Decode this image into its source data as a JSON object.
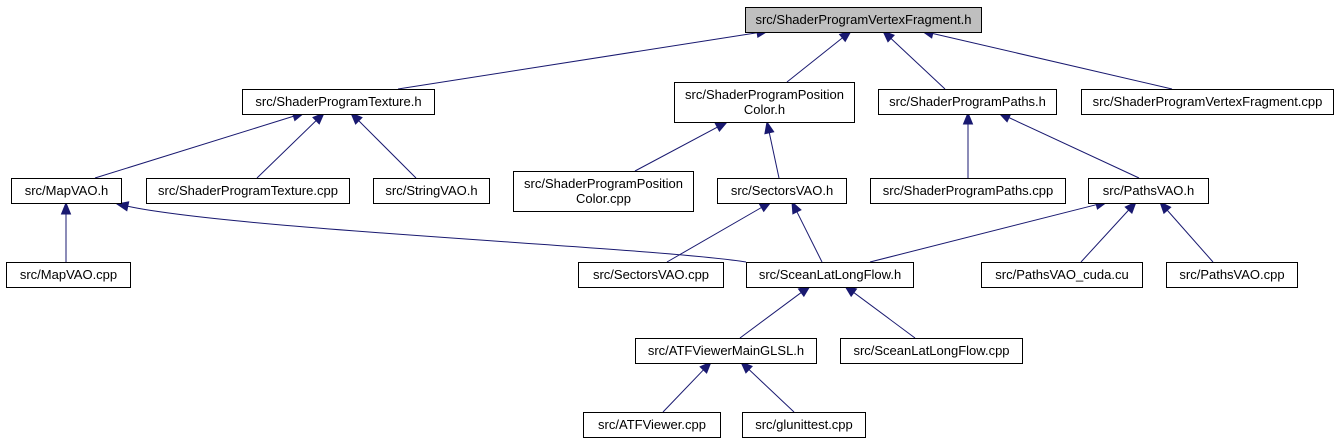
{
  "diagram": {
    "type": "include-dependency-graph",
    "nodes": [
      {
        "id": "root",
        "lines": [
          "src/ShaderProgramVertexFragment.h"
        ],
        "highlighted": true
      },
      {
        "id": "spt_h",
        "lines": [
          "src/ShaderProgramTexture.h"
        ]
      },
      {
        "id": "sppc_h",
        "lines": [
          "src/ShaderProgramPosition",
          "Color.h"
        ]
      },
      {
        "id": "spp_h",
        "lines": [
          "src/ShaderProgramPaths.h"
        ]
      },
      {
        "id": "spvf_cpp",
        "lines": [
          "src/ShaderProgramVertexFragment.cpp"
        ]
      },
      {
        "id": "mapvao_h",
        "lines": [
          "src/MapVAO.h"
        ]
      },
      {
        "id": "spt_cpp",
        "lines": [
          "src/ShaderProgramTexture.cpp"
        ]
      },
      {
        "id": "stringvao_h",
        "lines": [
          "src/StringVAO.h"
        ]
      },
      {
        "id": "sppc_cpp",
        "lines": [
          "src/ShaderProgramPosition",
          "Color.cpp"
        ]
      },
      {
        "id": "sectorsvao_h",
        "lines": [
          "src/SectorsVAO.h"
        ]
      },
      {
        "id": "spp_cpp",
        "lines": [
          "src/ShaderProgramPaths.cpp"
        ]
      },
      {
        "id": "pathsvao_h",
        "lines": [
          "src/PathsVAO.h"
        ]
      },
      {
        "id": "mapvao_cpp",
        "lines": [
          "src/MapVAO.cpp"
        ]
      },
      {
        "id": "sectorsvao_cpp",
        "lines": [
          "src/SectorsVAO.cpp"
        ]
      },
      {
        "id": "scean_h",
        "lines": [
          "src/SceanLatLongFlow.h"
        ]
      },
      {
        "id": "pathsvao_cuda",
        "lines": [
          "src/PathsVAO_cuda.cu"
        ]
      },
      {
        "id": "pathsvao_cpp",
        "lines": [
          "src/PathsVAO.cpp"
        ]
      },
      {
        "id": "atfmain_h",
        "lines": [
          "src/ATFViewerMainGLSL.h"
        ]
      },
      {
        "id": "scean_cpp",
        "lines": [
          "src/SceanLatLongFlow.cpp"
        ]
      },
      {
        "id": "atfviewer_cpp",
        "lines": [
          "src/ATFViewer.cpp"
        ]
      },
      {
        "id": "glunittest_cpp",
        "lines": [
          "src/glunittest.cpp"
        ]
      }
    ],
    "edges": [
      {
        "from": "spt_h",
        "to": "root"
      },
      {
        "from": "sppc_h",
        "to": "root"
      },
      {
        "from": "spp_h",
        "to": "root"
      },
      {
        "from": "spvf_cpp",
        "to": "root"
      },
      {
        "from": "mapvao_h",
        "to": "spt_h"
      },
      {
        "from": "spt_cpp",
        "to": "spt_h"
      },
      {
        "from": "stringvao_h",
        "to": "spt_h"
      },
      {
        "from": "sppc_cpp",
        "to": "sppc_h"
      },
      {
        "from": "sectorsvao_h",
        "to": "sppc_h"
      },
      {
        "from": "spp_cpp",
        "to": "spp_h"
      },
      {
        "from": "pathsvao_h",
        "to": "spp_h"
      },
      {
        "from": "mapvao_cpp",
        "to": "mapvao_h"
      },
      {
        "from": "scean_h",
        "to": "mapvao_h"
      },
      {
        "from": "sectorsvao_cpp",
        "to": "sectorsvao_h"
      },
      {
        "from": "scean_h",
        "to": "sectorsvao_h"
      },
      {
        "from": "scean_h",
        "to": "pathsvao_h"
      },
      {
        "from": "pathsvao_cuda",
        "to": "pathsvao_h"
      },
      {
        "from": "pathsvao_cpp",
        "to": "pathsvao_h"
      },
      {
        "from": "atfmain_h",
        "to": "scean_h"
      },
      {
        "from": "scean_cpp",
        "to": "scean_h"
      },
      {
        "from": "atfviewer_cpp",
        "to": "atfmain_h"
      },
      {
        "from": "glunittest_cpp",
        "to": "atfmain_h"
      }
    ],
    "colors": {
      "edge": "#191970",
      "node_border": "#000000",
      "node_fill": "#ffffff",
      "root_fill": "#bfbfbf"
    }
  }
}
